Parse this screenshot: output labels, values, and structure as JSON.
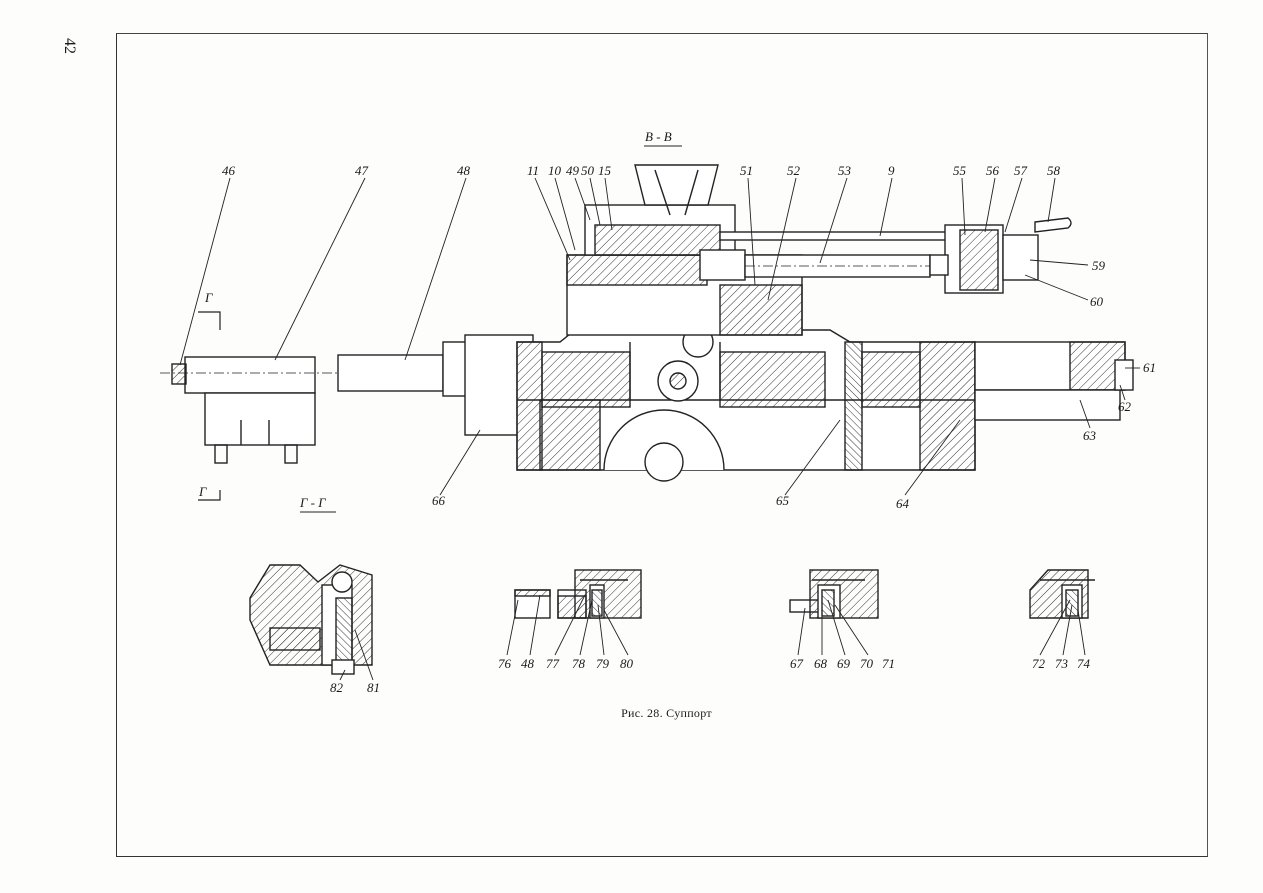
{
  "page": {
    "page_number": "42",
    "caption": "Рис. 28. Суппорт"
  },
  "drawing": {
    "section_titles": {
      "b_b": "В - В",
      "g_g": "Г - Г",
      "g_mark_top": "Г",
      "g_mark_bottom": "Г"
    },
    "callouts": [
      "46",
      "47",
      "48",
      "11",
      "10",
      "49",
      "50",
      "15",
      "51",
      "52",
      "53",
      "9",
      "55",
      "56",
      "57",
      "58",
      "59",
      "60",
      "61",
      "62",
      "63",
      "64",
      "65",
      "66",
      "82",
      "81",
      "76",
      "48",
      "77",
      "78",
      "79",
      "80",
      "67",
      "68",
      "69",
      "70",
      "71",
      "72",
      "73",
      "74"
    ]
  }
}
